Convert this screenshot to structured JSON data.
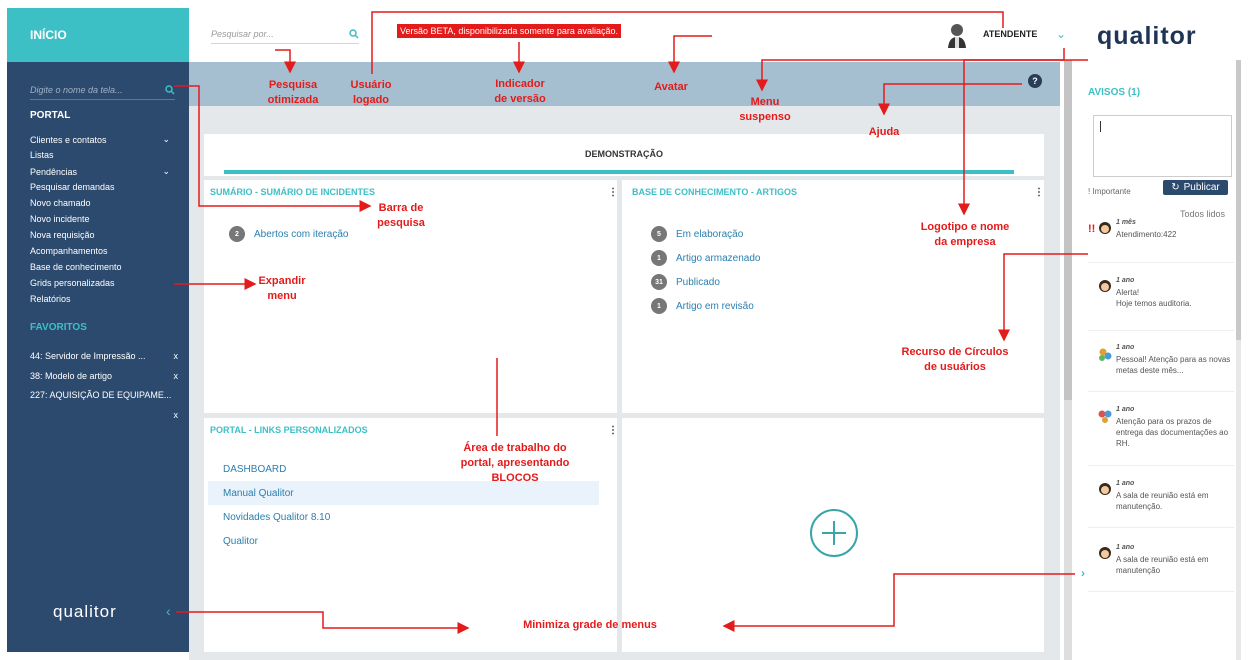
{
  "sidebar": {
    "header": "INÍCIO",
    "search_placeholder": "Digite o nome da tela...",
    "portal_title": "PORTAL",
    "items": [
      {
        "label": "Clientes e contatos",
        "expandable": true
      },
      {
        "label": "Listas",
        "expandable": false
      },
      {
        "label": "Pendências",
        "expandable": true
      },
      {
        "label": "Pesquisar demandas",
        "expandable": false
      },
      {
        "label": "Novo chamado",
        "expandable": false
      },
      {
        "label": "Novo incidente",
        "expandable": false
      },
      {
        "label": "Nova requisição",
        "expandable": false
      },
      {
        "label": "Acompanhamentos",
        "expandable": false
      },
      {
        "label": "Base de conhecimento",
        "expandable": false
      },
      {
        "label": "Grids personalizadas",
        "expandable": false
      },
      {
        "label": "Relatórios",
        "expandable": false
      }
    ],
    "favorites_title": "FAVORITOS",
    "favorites": [
      {
        "label": "44: Servidor de Impressão ...",
        "remove": "x"
      },
      {
        "label": "38: Modelo de artigo",
        "remove": "x"
      },
      {
        "label": "227: AQUISIÇÃO DE EQUIPAME...",
        "remove": "x"
      }
    ],
    "logo": "qualitor",
    "colors": {
      "bg": "#2c4a6e",
      "accent": "#3dbfc6"
    }
  },
  "topbar": {
    "search_placeholder": "Pesquisar por...",
    "beta_text": "Versão BETA, disponibilizada somente para avaliação.",
    "user": "ATENDENTE",
    "logo": "qualitor",
    "help": "?"
  },
  "tab": {
    "label": "DEMONSTRAÇÃO"
  },
  "blocks": {
    "incidents": {
      "title": "SUMÁRIO - SUMÁRIO DE INCIDENTES",
      "rows": [
        {
          "count": "2",
          "label": "Abertos com iteração"
        }
      ]
    },
    "knowledge": {
      "title": "BASE DE CONHECIMENTO - ARTIGOS",
      "rows": [
        {
          "count": "5",
          "label": "Em elaboração"
        },
        {
          "count": "1",
          "label": "Artigo armazenado"
        },
        {
          "count": "31",
          "label": "Publicado"
        },
        {
          "count": "1",
          "label": "Artigo em revisão"
        }
      ]
    },
    "links": {
      "title": "PORTAL - LINKS PERSONALIZADOS",
      "items": [
        "DASHBOARD",
        "Manual Qualitor",
        "Novidades Qualitor 8.10",
        "Qualitor"
      ]
    }
  },
  "notices": {
    "title": "AVISOS (1)",
    "important": "! Importante",
    "publish": "Publicar",
    "all_read": "Todos lidos",
    "important_mark": "!!",
    "items": [
      {
        "time": "1 mês",
        "text": "Atendimento:422"
      },
      {
        "time": "1 ano",
        "text": "Alerta!\nHoje temos auditoria."
      },
      {
        "time": "1 ano",
        "text": "Pessoal! Atenção para as novas metas deste mês..."
      },
      {
        "time": "1 ano",
        "text": "Atenção para os prazos de entrega das documentações ao RH."
      },
      {
        "time": "1 ano",
        "text": "A sala de reunião está em manutenção."
      },
      {
        "time": "1 ano",
        "text": "A sala de reunião está em manutenção"
      }
    ]
  },
  "annotations": {
    "search": "Pesquisa\notimizada",
    "user": "Usuário\nlogado",
    "version": "Indicador\nde versão",
    "avatar": "Avatar",
    "menu": "Menu\nsuspenso",
    "help": "Ajuda",
    "search_bar": "Barra de\npesquisa",
    "expand": "Expandir\nmenu",
    "workspace": "Área de trabalho do\nportal,  apresentando\nBLOCOS",
    "logo": "Logotipo e nome\nda empresa",
    "circles": "Recurso de Círculos\nde usuários",
    "minimize": "Minimiza grade de menus"
  }
}
